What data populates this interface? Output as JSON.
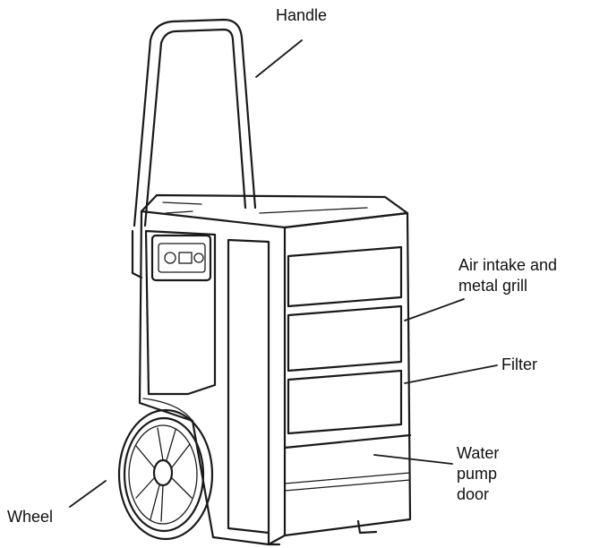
{
  "labels": {
    "handle": "Handle",
    "air_intake": "Air intake and\nmetal grill",
    "filter": "Filter",
    "water_pump_door": "Water\npump\ndoor",
    "wheel": "Wheel"
  },
  "colors": {
    "line": "#1a1a1a",
    "grill": "#1c1c1c",
    "background": "#ffffff"
  }
}
